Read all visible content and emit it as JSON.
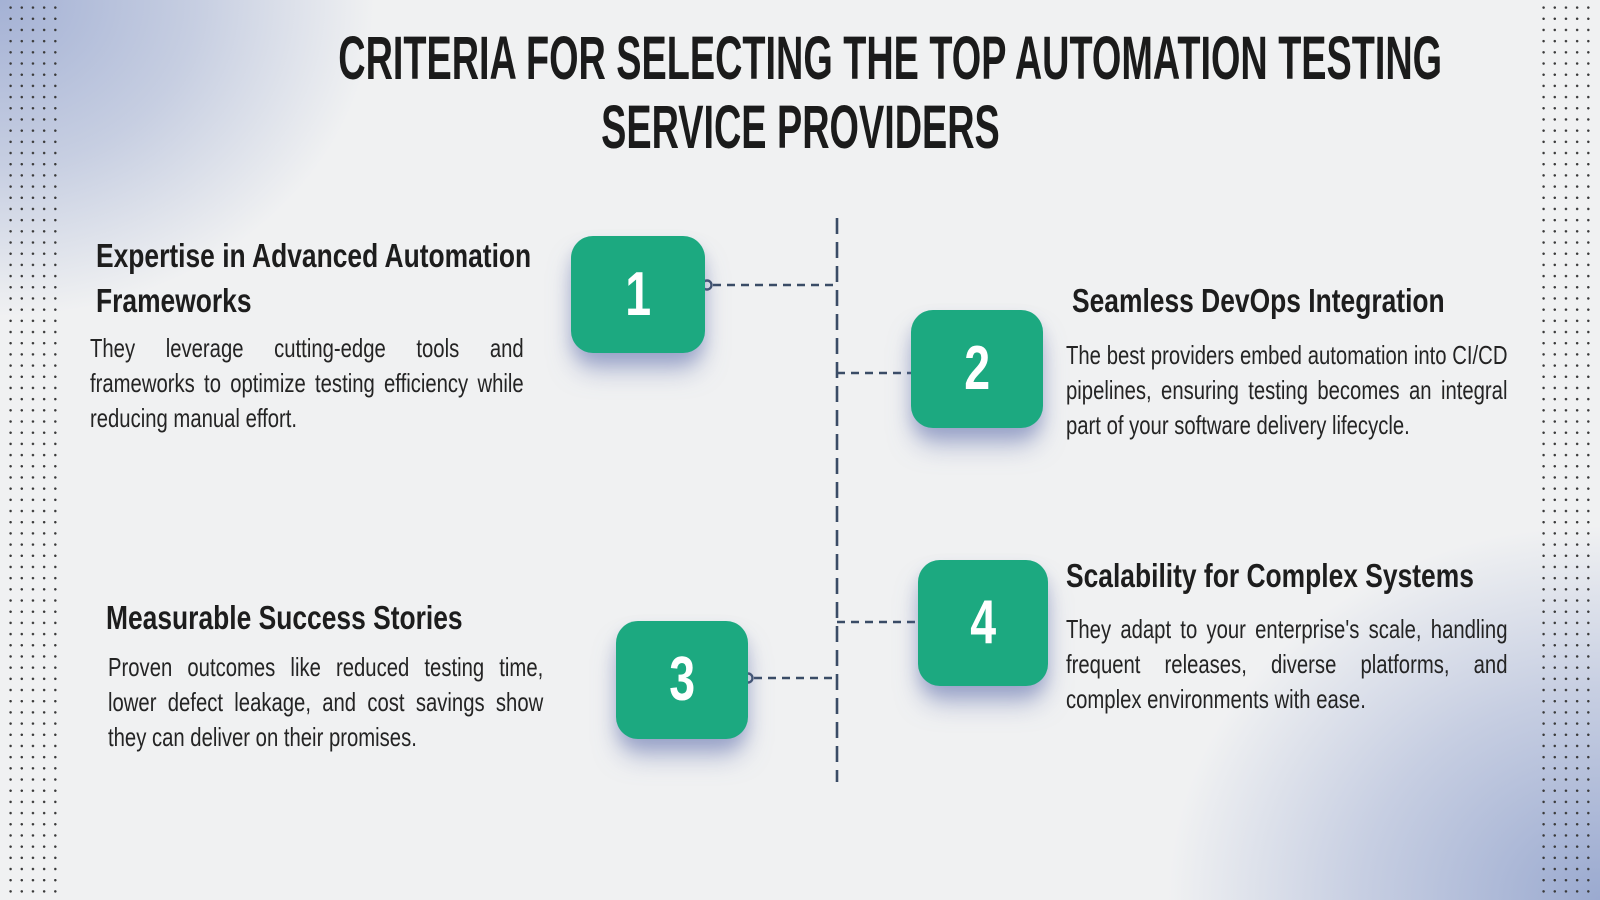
{
  "colors": {
    "background": "#f0f1f2",
    "accent_green": "#1ca980",
    "connector_navy": "#3a4c66",
    "corner_blue": "#a0aed3",
    "text_dark": "#1d1d1d"
  },
  "title": {
    "text": "CRITERIA FOR SELECTING THE TOP AUTOMATION TESTING SERVICE PROVIDERS",
    "lines": [
      "CRITERIA FOR SELECTING THE TOP AUTOMATION TESTING",
      "SERVICE PROVIDERS"
    ]
  },
  "items": [
    {
      "number": "1",
      "heading": "Expertise in Advanced Automation Frameworks",
      "body": "They leverage cutting-edge tools and frameworks to optimize testing efficiency while reducing manual effort."
    },
    {
      "number": "2",
      "heading": "Seamless DevOps Integration",
      "body": "The best providers embed automation into CI/CD pipelines, ensuring testing becomes an integral part of your software delivery lifecycle."
    },
    {
      "number": "3",
      "heading": "Measurable Success Stories",
      "body": "Proven outcomes like reduced testing time, lower defect leakage, and cost savings show they can deliver on their promises."
    },
    {
      "number": "4",
      "heading": "Scalability for Complex Systems",
      "body": "They adapt to your enterprise's scale, handling frequent releases, diverse platforms, and complex environments with ease."
    }
  ]
}
